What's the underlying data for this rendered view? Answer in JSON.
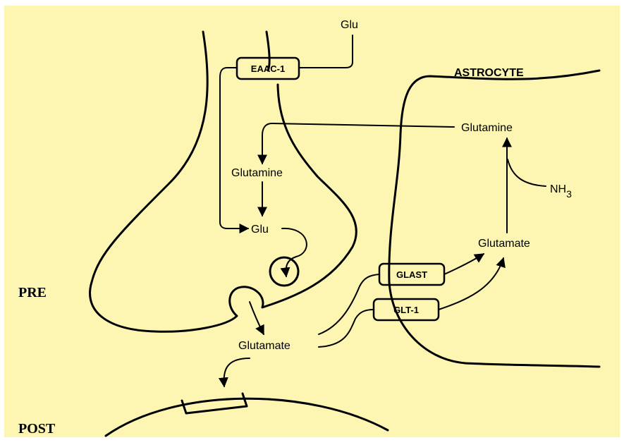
{
  "colors": {
    "background": "#fdf6b2",
    "stroke": "#000000"
  },
  "labels": {
    "glu_top": "Glu",
    "astrocyte": "ASTROCYTE",
    "glutamine_astro": "Glutamine",
    "glutamine_pre": "Glutamine",
    "glu_pre": "Glu",
    "nh3": "NH",
    "nh3_sub": "3",
    "glutamate_astro": "Glutamate",
    "glutamate_cleft": "Glutamate",
    "pre": "PRE",
    "post": "POST"
  },
  "transporters": {
    "eaac1": "EAAC-1",
    "glast": "GLAST",
    "glt1": "GLT-1"
  }
}
